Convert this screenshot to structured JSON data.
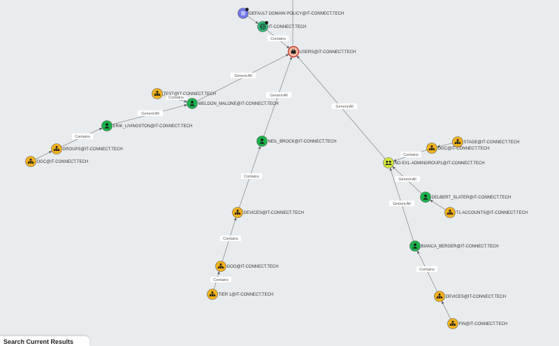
{
  "colors": {
    "ou": "#f2b21c",
    "user": "#19b34a",
    "group": "#d4e83a",
    "target_group": "#f7b9a0",
    "domain": "#2bb673",
    "gpo": "#7277e8",
    "edge": "#8c8f92",
    "background": "#e9ecee"
  },
  "icons": {
    "ou": "org-chart-icon",
    "user": "user-icon",
    "group": "users-icon",
    "domain": "globe-icon",
    "gpo": "list-icon",
    "target": "briefcase-icon"
  },
  "nodes": [
    {
      "label": "DEFAULT DOMAIN POLICY@IT-CONNECT.TECH",
      "kind": "gpo"
    },
    {
      "label": "IT-CONNECT.TECH",
      "kind": "domain"
    },
    {
      "label": "USERS@IT-CONNECT.TECH",
      "kind": "target_group"
    },
    {
      "label": "TEST@IT-CONNECT.TECH",
      "kind": "ou"
    },
    {
      "label": "WELDON_MALONE@IT-CONNECT.TECH",
      "kind": "user"
    },
    {
      "label": "ERIK_LIVINGSTON@IT-CONNECT.TECH",
      "kind": "user"
    },
    {
      "label": "GROUPS@IT-CONNECT.TECH",
      "kind": "ou"
    },
    {
      "label": "OGC@IT-CONNECT.TECH",
      "kind": "ou"
    },
    {
      "label": "NEIL_BROCK@IT-CONNECT.TECH",
      "kind": "user"
    },
    {
      "label": "DEVICES@IT-CONNECT.TECH",
      "kind": "ou"
    },
    {
      "label": "GOO@IT-CONNECT.TECH",
      "kind": "ou"
    },
    {
      "label": "TIER 1@IT-CONNECT.TECH",
      "kind": "ou"
    },
    {
      "label": "STAGE@IT-CONNECT.TECH",
      "kind": "ou"
    },
    {
      "label": "OGC@IT-CONNECT.TECH",
      "kind": "ou"
    },
    {
      "label": "NO-EXL-ADMINGROUP1@IT-CONNECT.TECH",
      "kind": "group"
    },
    {
      "label": "DELBERT_SLATER@IT-CONNECT.TECH",
      "kind": "user"
    },
    {
      "label": "T1-ACCOUNTS@IT-CONNECT.TECH",
      "kind": "ou"
    },
    {
      "label": "BIANCA_BERGER@IT-CONNECT.TECH",
      "kind": "user"
    },
    {
      "label": "DEVICES@IT-CONNECT.TECH",
      "kind": "ou"
    },
    {
      "label": "FIN@IT-CONNECT.TECH",
      "kind": "ou"
    }
  ],
  "edges": [
    {
      "label": "Contains"
    },
    {
      "label": ""
    },
    {
      "label": "GenericAll"
    },
    {
      "label": "Contains"
    },
    {
      "label": "GenericAll"
    },
    {
      "label": "Contains"
    },
    {
      "label": ""
    },
    {
      "label": "GenericAll"
    },
    {
      "label": "Contains"
    },
    {
      "label": "Contains"
    },
    {
      "label": "Contains"
    },
    {
      "label": "GenericAll"
    },
    {
      "label": "Contains"
    },
    {
      "label": ""
    },
    {
      "label": "GenericAll"
    },
    {
      "label": ""
    },
    {
      "label": "GenericAll"
    },
    {
      "label": "Contains"
    },
    {
      "label": ""
    }
  ],
  "status_panel": {
    "title": "Search Current Results"
  }
}
